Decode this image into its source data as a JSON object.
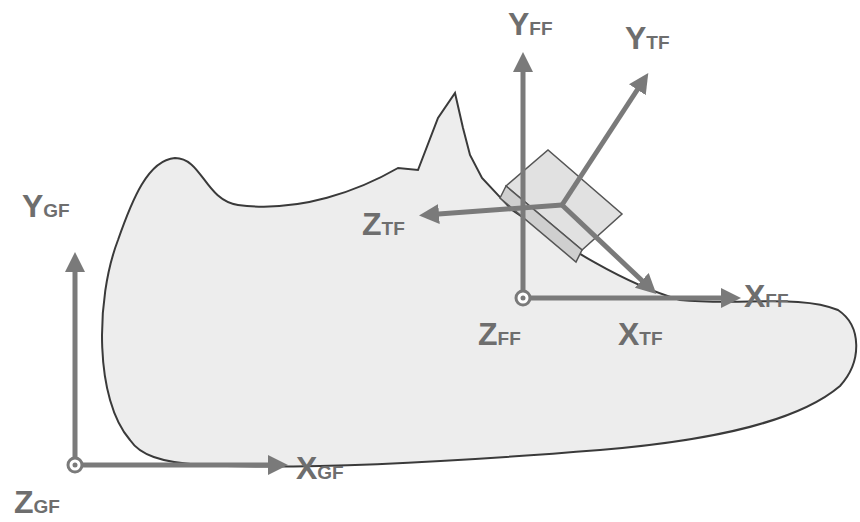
{
  "diagram": {
    "labels": [
      "YGF",
      "XGF",
      "ZGF",
      "YFF",
      "XFF",
      "ZFF",
      "YTF",
      "XTF",
      "ZTF"
    ]
  }
}
